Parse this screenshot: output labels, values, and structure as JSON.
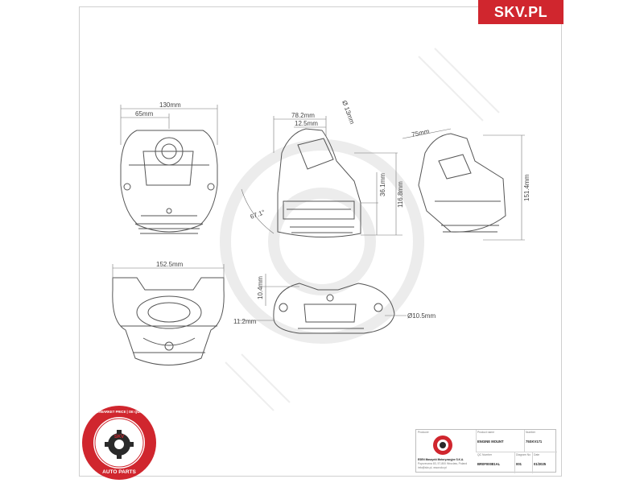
{
  "brand": {
    "label": "SKV.PL"
  },
  "dimensions": {
    "front_width": "130mm",
    "front_half": "65mm",
    "side_top": "78.2mm",
    "side_inner": "12.5mm",
    "diameter_13": "Ø 13mm",
    "height_36": "36.1mm",
    "height_116": "116.8mm",
    "angle": "67.1°",
    "right_offset": "75mm",
    "right_height": "151.4mm",
    "bottom_width": "152.5mm",
    "bottom_offset": "10.4mm",
    "bottom_left": "11.2mm",
    "hole_diameter": "Ø10.5mm"
  },
  "title_block": {
    "producer_label": "Producer",
    "producer_name": "ESEN Maszynki Motoryzacyjne S.K.A.",
    "producer_addr1": "Poprzeczna 83, 57-800 Wroclaw, Poland",
    "producer_addr2": "info@skv.pl, www.skv.pl",
    "product_name_label": "Product name",
    "product_name": "ENGINE MOUNT",
    "number_label": "Number",
    "number": "75SKV171",
    "qc_label": "QC Number",
    "qc_number": "BR0F00081AL",
    "drawing_no_label": "Diagram No",
    "drawing_no": "001",
    "date_label": "Date",
    "date": "01/2025"
  },
  "stamp": {
    "ring_text": "AFTERMARKET PRICE | OE QUALITY",
    "center": "SKV",
    "bottom": "AUTO PARTS"
  },
  "colors": {
    "brand_red": "#d0262e",
    "line": "#555555",
    "watermark": "#ececec"
  }
}
